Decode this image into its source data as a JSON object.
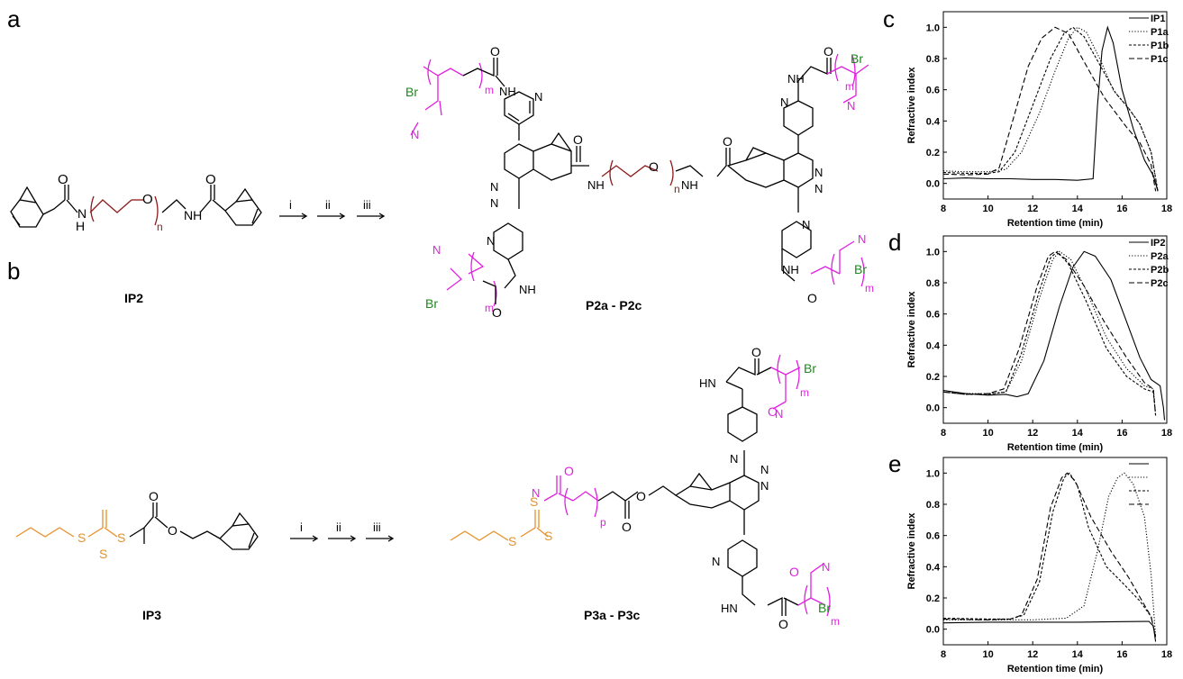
{
  "panels": {
    "a": "a",
    "b": "b",
    "c": "c",
    "d": "d",
    "e": "e"
  },
  "scheme_a": {
    "start_label": "IP2",
    "product_label": "P2a - P2c",
    "steps": [
      "i",
      "ii",
      "iii"
    ],
    "atoms": {
      "o": "O",
      "nh": "NH",
      "h": "H",
      "n": "N",
      "br": "Br"
    },
    "subscripts": {
      "n": "n",
      "m": "m"
    }
  },
  "scheme_b": {
    "start_label": "IP3",
    "product_label": "P3a - P3c",
    "steps": [
      "i",
      "ii",
      "iii"
    ],
    "atoms": {
      "o": "O",
      "s": "S",
      "n": "N",
      "br": "Br",
      "hn": "HN"
    },
    "subscripts": {
      "m": "m",
      "p": "p"
    }
  },
  "colors": {
    "pdma": "#e020e0",
    "bromine": "#1a8a1a",
    "cta": "#e8902a",
    "peg": "#8b1a1a"
  },
  "chart_data": [
    {
      "type": "line",
      "panel": "c",
      "xlabel": "Retention time (min)",
      "ylabel": "Refractive index",
      "xlim": [
        8,
        18
      ],
      "ylim": [
        -0.1,
        1.1
      ],
      "xticks": [
        8,
        10,
        12,
        14,
        16,
        18
      ],
      "yticks": [
        0.0,
        0.2,
        0.4,
        0.6,
        0.8,
        1.0
      ],
      "legend_position": "top-right",
      "series": [
        {
          "name": "IP1",
          "dash": "solid",
          "points": [
            [
              8,
              0.03
            ],
            [
              9,
              0.035
            ],
            [
              10,
              0.03
            ],
            [
              11,
              0.03
            ],
            [
              12,
              0.025
            ],
            [
              13,
              0.025
            ],
            [
              14,
              0.02
            ],
            [
              14.7,
              0.03
            ],
            [
              14.9,
              0.5
            ],
            [
              15.1,
              0.85
            ],
            [
              15.35,
              1.0
            ],
            [
              15.6,
              0.9
            ],
            [
              16,
              0.6
            ],
            [
              16.5,
              0.35
            ],
            [
              17,
              0.15
            ],
            [
              17.4,
              0.05
            ],
            [
              17.6,
              -0.05
            ]
          ]
        },
        {
          "name": "P1a",
          "dash": "dotted",
          "points": [
            [
              8,
              0.08
            ],
            [
              9,
              0.075
            ],
            [
              10,
              0.075
            ],
            [
              10.8,
              0.09
            ],
            [
              11.5,
              0.2
            ],
            [
              12.3,
              0.45
            ],
            [
              13,
              0.72
            ],
            [
              13.6,
              0.93
            ],
            [
              14,
              1.0
            ],
            [
              14.4,
              0.97
            ],
            [
              15,
              0.8
            ],
            [
              15.6,
              0.6
            ],
            [
              16.3,
              0.48
            ],
            [
              16.8,
              0.38
            ],
            [
              17.3,
              0.2
            ],
            [
              17.6,
              -0.05
            ]
          ]
        },
        {
          "name": "P1b",
          "dash": "dashed-short",
          "points": [
            [
              8,
              0.07
            ],
            [
              9,
              0.065
            ],
            [
              10,
              0.065
            ],
            [
              10.5,
              0.075
            ],
            [
              11.2,
              0.2
            ],
            [
              12,
              0.5
            ],
            [
              12.8,
              0.8
            ],
            [
              13.4,
              0.96
            ],
            [
              13.8,
              1.0
            ],
            [
              14.3,
              0.94
            ],
            [
              15,
              0.76
            ],
            [
              15.7,
              0.58
            ],
            [
              16.3,
              0.48
            ],
            [
              16.8,
              0.38
            ],
            [
              17.3,
              0.2
            ],
            [
              17.6,
              -0.05
            ]
          ]
        },
        {
          "name": "P1c",
          "dash": "dashed",
          "points": [
            [
              8,
              0.06
            ],
            [
              9,
              0.055
            ],
            [
              10,
              0.06
            ],
            [
              10.5,
              0.1
            ],
            [
              11.2,
              0.45
            ],
            [
              11.8,
              0.75
            ],
            [
              12.4,
              0.93
            ],
            [
              13,
              1.0
            ],
            [
              13.6,
              0.96
            ],
            [
              14.3,
              0.78
            ],
            [
              15.2,
              0.55
            ],
            [
              16.2,
              0.36
            ],
            [
              16.8,
              0.26
            ],
            [
              17.3,
              0.12
            ],
            [
              17.5,
              -0.05
            ]
          ]
        }
      ]
    },
    {
      "type": "line",
      "panel": "d",
      "xlabel": "Retention time (min)",
      "ylabel": "Refractive index",
      "xlim": [
        8,
        18
      ],
      "ylim": [
        -0.1,
        1.1
      ],
      "xticks": [
        8,
        10,
        12,
        14,
        16,
        18
      ],
      "yticks": [
        0.0,
        0.2,
        0.4,
        0.6,
        0.8,
        1.0
      ],
      "legend_position": "top-right",
      "series": [
        {
          "name": "IP2",
          "dash": "solid",
          "points": [
            [
              8,
              0.11
            ],
            [
              8.5,
              0.1
            ],
            [
              9,
              0.09
            ],
            [
              10,
              0.08
            ],
            [
              10.8,
              0.085
            ],
            [
              11.3,
              0.07
            ],
            [
              11.8,
              0.09
            ],
            [
              12.5,
              0.3
            ],
            [
              13.2,
              0.65
            ],
            [
              13.8,
              0.9
            ],
            [
              14.3,
              1.0
            ],
            [
              14.8,
              0.97
            ],
            [
              15.5,
              0.82
            ],
            [
              16.2,
              0.55
            ],
            [
              16.8,
              0.32
            ],
            [
              17.3,
              0.18
            ],
            [
              17.7,
              0.14
            ],
            [
              17.85,
              0.0
            ],
            [
              17.9,
              -0.08
            ]
          ]
        },
        {
          "name": "P2a",
          "dash": "dotted",
          "points": [
            [
              8,
              0.1
            ],
            [
              9,
              0.09
            ],
            [
              10,
              0.09
            ],
            [
              10.8,
              0.1
            ],
            [
              11.5,
              0.3
            ],
            [
              12.3,
              0.7
            ],
            [
              12.9,
              0.95
            ],
            [
              13.2,
              1.0
            ],
            [
              13.7,
              0.95
            ],
            [
              14.4,
              0.75
            ],
            [
              15.3,
              0.45
            ],
            [
              16.2,
              0.25
            ],
            [
              17,
              0.14
            ],
            [
              17.4,
              0.12
            ],
            [
              17.5,
              -0.05
            ]
          ]
        },
        {
          "name": "P2b",
          "dash": "dashed-short",
          "points": [
            [
              8,
              0.1
            ],
            [
              9,
              0.085
            ],
            [
              10,
              0.085
            ],
            [
              10.8,
              0.1
            ],
            [
              11.5,
              0.35
            ],
            [
              12.3,
              0.75
            ],
            [
              12.8,
              0.96
            ],
            [
              13.1,
              1.0
            ],
            [
              13.6,
              0.92
            ],
            [
              14.4,
              0.68
            ],
            [
              15.3,
              0.38
            ],
            [
              16.2,
              0.2
            ],
            [
              17,
              0.12
            ],
            [
              17.4,
              0.1
            ],
            [
              17.5,
              -0.05
            ]
          ]
        },
        {
          "name": "P2c",
          "dash": "dashed",
          "points": [
            [
              8,
              0.1
            ],
            [
              9,
              0.085
            ],
            [
              10,
              0.09
            ],
            [
              10.7,
              0.12
            ],
            [
              11.4,
              0.38
            ],
            [
              12.2,
              0.78
            ],
            [
              12.7,
              0.97
            ],
            [
              13,
              1.0
            ],
            [
              13.5,
              0.95
            ],
            [
              14.3,
              0.78
            ],
            [
              15.2,
              0.55
            ],
            [
              16.2,
              0.32
            ],
            [
              17,
              0.16
            ],
            [
              17.4,
              0.12
            ],
            [
              17.5,
              -0.05
            ]
          ]
        }
      ]
    },
    {
      "type": "line",
      "panel": "e",
      "xlabel": "Retention time (min)",
      "ylabel": "Refractive index",
      "xlim": [
        8,
        18
      ],
      "ylim": [
        -0.1,
        1.1
      ],
      "xticks": [
        8,
        10,
        12,
        14,
        16,
        18
      ],
      "yticks": [
        0.0,
        0.2,
        0.4,
        0.6,
        0.8,
        1.0
      ],
      "legend_position": "top-right",
      "series": [
        {
          "name": "",
          "dash": "solid",
          "points": [
            [
              8,
              0.04
            ],
            [
              10,
              0.045
            ],
            [
              12,
              0.045
            ],
            [
              14,
              0.045
            ],
            [
              16,
              0.048
            ],
            [
              17.2,
              0.05
            ],
            [
              17.4,
              0.02
            ],
            [
              17.5,
              -0.08
            ]
          ]
        },
        {
          "name": "",
          "dash": "dotted",
          "points": [
            [
              8,
              0.06
            ],
            [
              10,
              0.06
            ],
            [
              12,
              0.06
            ],
            [
              13.5,
              0.07
            ],
            [
              14.3,
              0.15
            ],
            [
              14.9,
              0.5
            ],
            [
              15.4,
              0.85
            ],
            [
              15.8,
              0.97
            ],
            [
              16.1,
              1.0
            ],
            [
              16.5,
              0.93
            ],
            [
              17,
              0.72
            ],
            [
              17.3,
              0.35
            ],
            [
              17.5,
              -0.05
            ]
          ]
        },
        {
          "name": "",
          "dash": "dashed-short",
          "points": [
            [
              8,
              0.07
            ],
            [
              10,
              0.065
            ],
            [
              11,
              0.065
            ],
            [
              11.6,
              0.09
            ],
            [
              12.3,
              0.3
            ],
            [
              12.9,
              0.75
            ],
            [
              13.4,
              0.97
            ],
            [
              13.65,
              1.0
            ],
            [
              14,
              0.92
            ],
            [
              14.5,
              0.65
            ],
            [
              15.3,
              0.4
            ],
            [
              16,
              0.3
            ],
            [
              16.8,
              0.18
            ],
            [
              17.3,
              0.08
            ],
            [
              17.5,
              -0.05
            ]
          ]
        },
        {
          "name": "",
          "dash": "dashed",
          "points": [
            [
              8,
              0.065
            ],
            [
              10,
              0.06
            ],
            [
              11,
              0.065
            ],
            [
              11.5,
              0.09
            ],
            [
              12.2,
              0.32
            ],
            [
              12.8,
              0.78
            ],
            [
              13.3,
              0.97
            ],
            [
              13.55,
              1.0
            ],
            [
              13.9,
              0.95
            ],
            [
              14.6,
              0.72
            ],
            [
              15.5,
              0.5
            ],
            [
              16.3,
              0.33
            ],
            [
              16.9,
              0.18
            ],
            [
              17.3,
              0.08
            ],
            [
              17.5,
              -0.05
            ]
          ]
        }
      ]
    }
  ]
}
